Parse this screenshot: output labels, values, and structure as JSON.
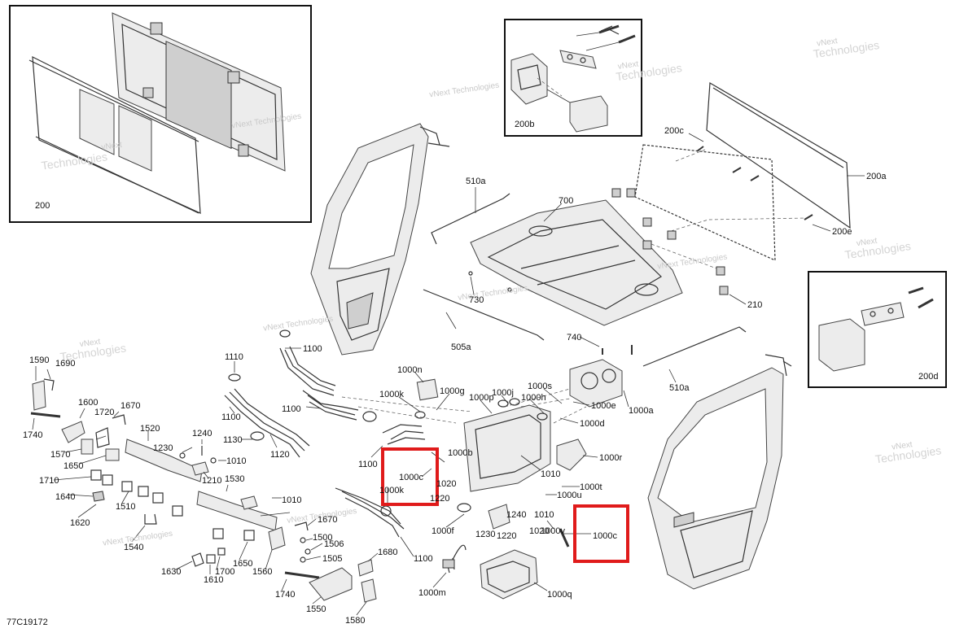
{
  "figure_code": "77C19172",
  "watermark_lines": [
    "vNext",
    "Technologies"
  ],
  "watermark_small": "vNext Technologies",
  "inset_labels": {
    "inset_200": "200",
    "inset_200b": "200b",
    "inset_200d": "200d"
  },
  "part_labels": {
    "p200c": "200c",
    "p200a": "200a",
    "p200e": "200e",
    "p210": "210",
    "p510a_top": "510a",
    "p700": "700",
    "p730": "730",
    "p505a": "505a",
    "p740": "740",
    "p510a_bottom": "510a",
    "p1000a": "1000a",
    "p1000e": "1000e",
    "p1000d": "1000d",
    "p1000s": "1000s",
    "p1000h": "1000h",
    "p1000j": "1000j",
    "p1000p": "1000p",
    "p1000g": "1000g",
    "p1000k_top": "1000k",
    "p1000n": "1000n",
    "p1000r": "1000r",
    "p1000t": "1000t",
    "p1000u": "1000u",
    "p1000c_right": "1000c",
    "p1000v": "1000v",
    "p1000b": "1000b",
    "p1000c_left": "1000c",
    "p1000k_left": "1000k",
    "p1010_mid": "1010",
    "p1010_a": "1010",
    "p1010_b": "1010",
    "p1010_c": "1010",
    "p1020_a": "1020",
    "p1020_b": "1020",
    "p1230_a": "1230",
    "p1230_b": "1230",
    "p1240_a": "1240",
    "p1240_b": "1240",
    "p1220_a": "1220",
    "p1220_b": "1220",
    "p1000f": "1000f",
    "p1000m": "1000m",
    "p1000q": "1000q",
    "p1100_a": "1100",
    "p1100_b": "1100",
    "p1100_c": "1100",
    "p1100_d": "1100",
    "p1100_e": "1100",
    "p1110": "1110",
    "p1120": "1120",
    "p1130": "1130",
    "p1210": "1210",
    "p1510": "1510",
    "p1520": "1520",
    "p1530": "1530",
    "p1540": "1540",
    "p1550": "1550",
    "p1560": "1560",
    "p1570": "1570",
    "p1580": "1580",
    "p1590": "1590",
    "p1600": "1600",
    "p1610": "1610",
    "p1620": "1620",
    "p1630": "1630",
    "p1640": "1640",
    "p1650_a": "1650",
    "p1650_b": "1650",
    "p1670_a": "1670",
    "p1670_b": "1670",
    "p1680": "1680",
    "p1690": "1690",
    "p1700": "1700",
    "p1710": "1710",
    "p1720": "1720",
    "p1740_a": "1740",
    "p1740_b": "1740",
    "p1500": "1500",
    "p1505": "1505",
    "p1506": "1506"
  },
  "colors": {
    "highlight": "#e01b1b",
    "line": "#333333",
    "watermark": "#c9c9c9"
  }
}
